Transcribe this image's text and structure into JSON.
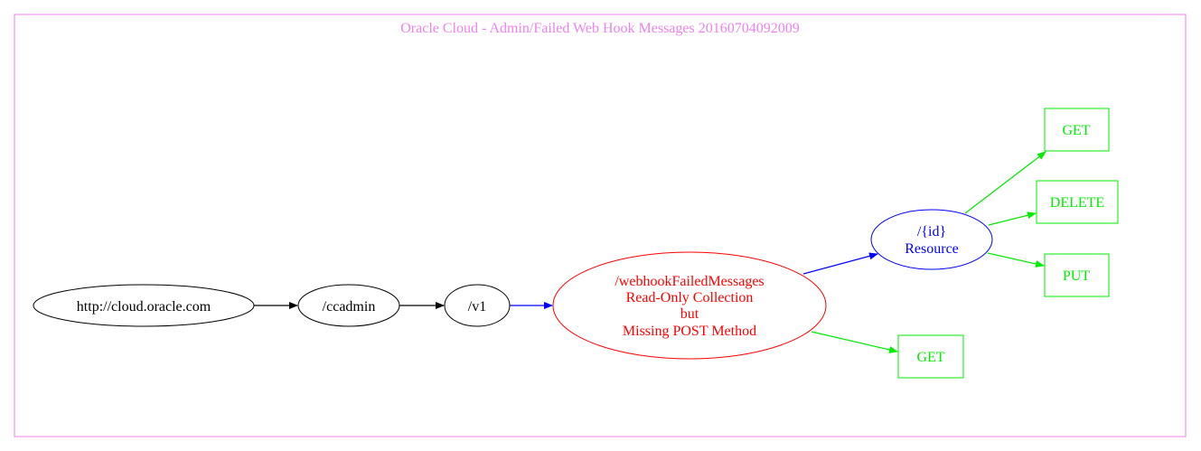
{
  "title": "Oracle Cloud - Admin/Failed Web Hook Messages 20160704092009",
  "colors": {
    "frame": "#ee82ee",
    "root": "#000000",
    "collection": "#ff0000",
    "resource": "#0000ff",
    "method": "#00ee00",
    "edge_default": "#000000",
    "edge_resource": "#0000ff",
    "edge_method": "#00ee00"
  },
  "nodes": {
    "root": {
      "lines": [
        "http://cloud.oracle.com"
      ]
    },
    "ccadmin": {
      "lines": [
        "/ccadmin"
      ]
    },
    "v1": {
      "lines": [
        "/v1"
      ]
    },
    "collection": {
      "lines": [
        "/webhookFailedMessages",
        "Read-Only Collection",
        "but",
        "Missing POST Method"
      ]
    },
    "resource": {
      "lines": [
        "/{id}",
        "Resource"
      ]
    },
    "resource_get": {
      "lines": [
        "GET"
      ]
    },
    "resource_delete": {
      "lines": [
        "DELETE"
      ]
    },
    "resource_put": {
      "lines": [
        "PUT"
      ]
    },
    "collection_get": {
      "lines": [
        "GET"
      ]
    }
  },
  "edges": [
    {
      "from": "root",
      "to": "ccadmin",
      "kind": "default"
    },
    {
      "from": "ccadmin",
      "to": "v1",
      "kind": "default"
    },
    {
      "from": "v1",
      "to": "collection",
      "kind": "resource"
    },
    {
      "from": "collection",
      "to": "resource",
      "kind": "resource"
    },
    {
      "from": "collection",
      "to": "collection_get",
      "kind": "method"
    },
    {
      "from": "resource",
      "to": "resource_get",
      "kind": "method"
    },
    {
      "from": "resource",
      "to": "resource_delete",
      "kind": "method"
    },
    {
      "from": "resource",
      "to": "resource_put",
      "kind": "method"
    }
  ]
}
